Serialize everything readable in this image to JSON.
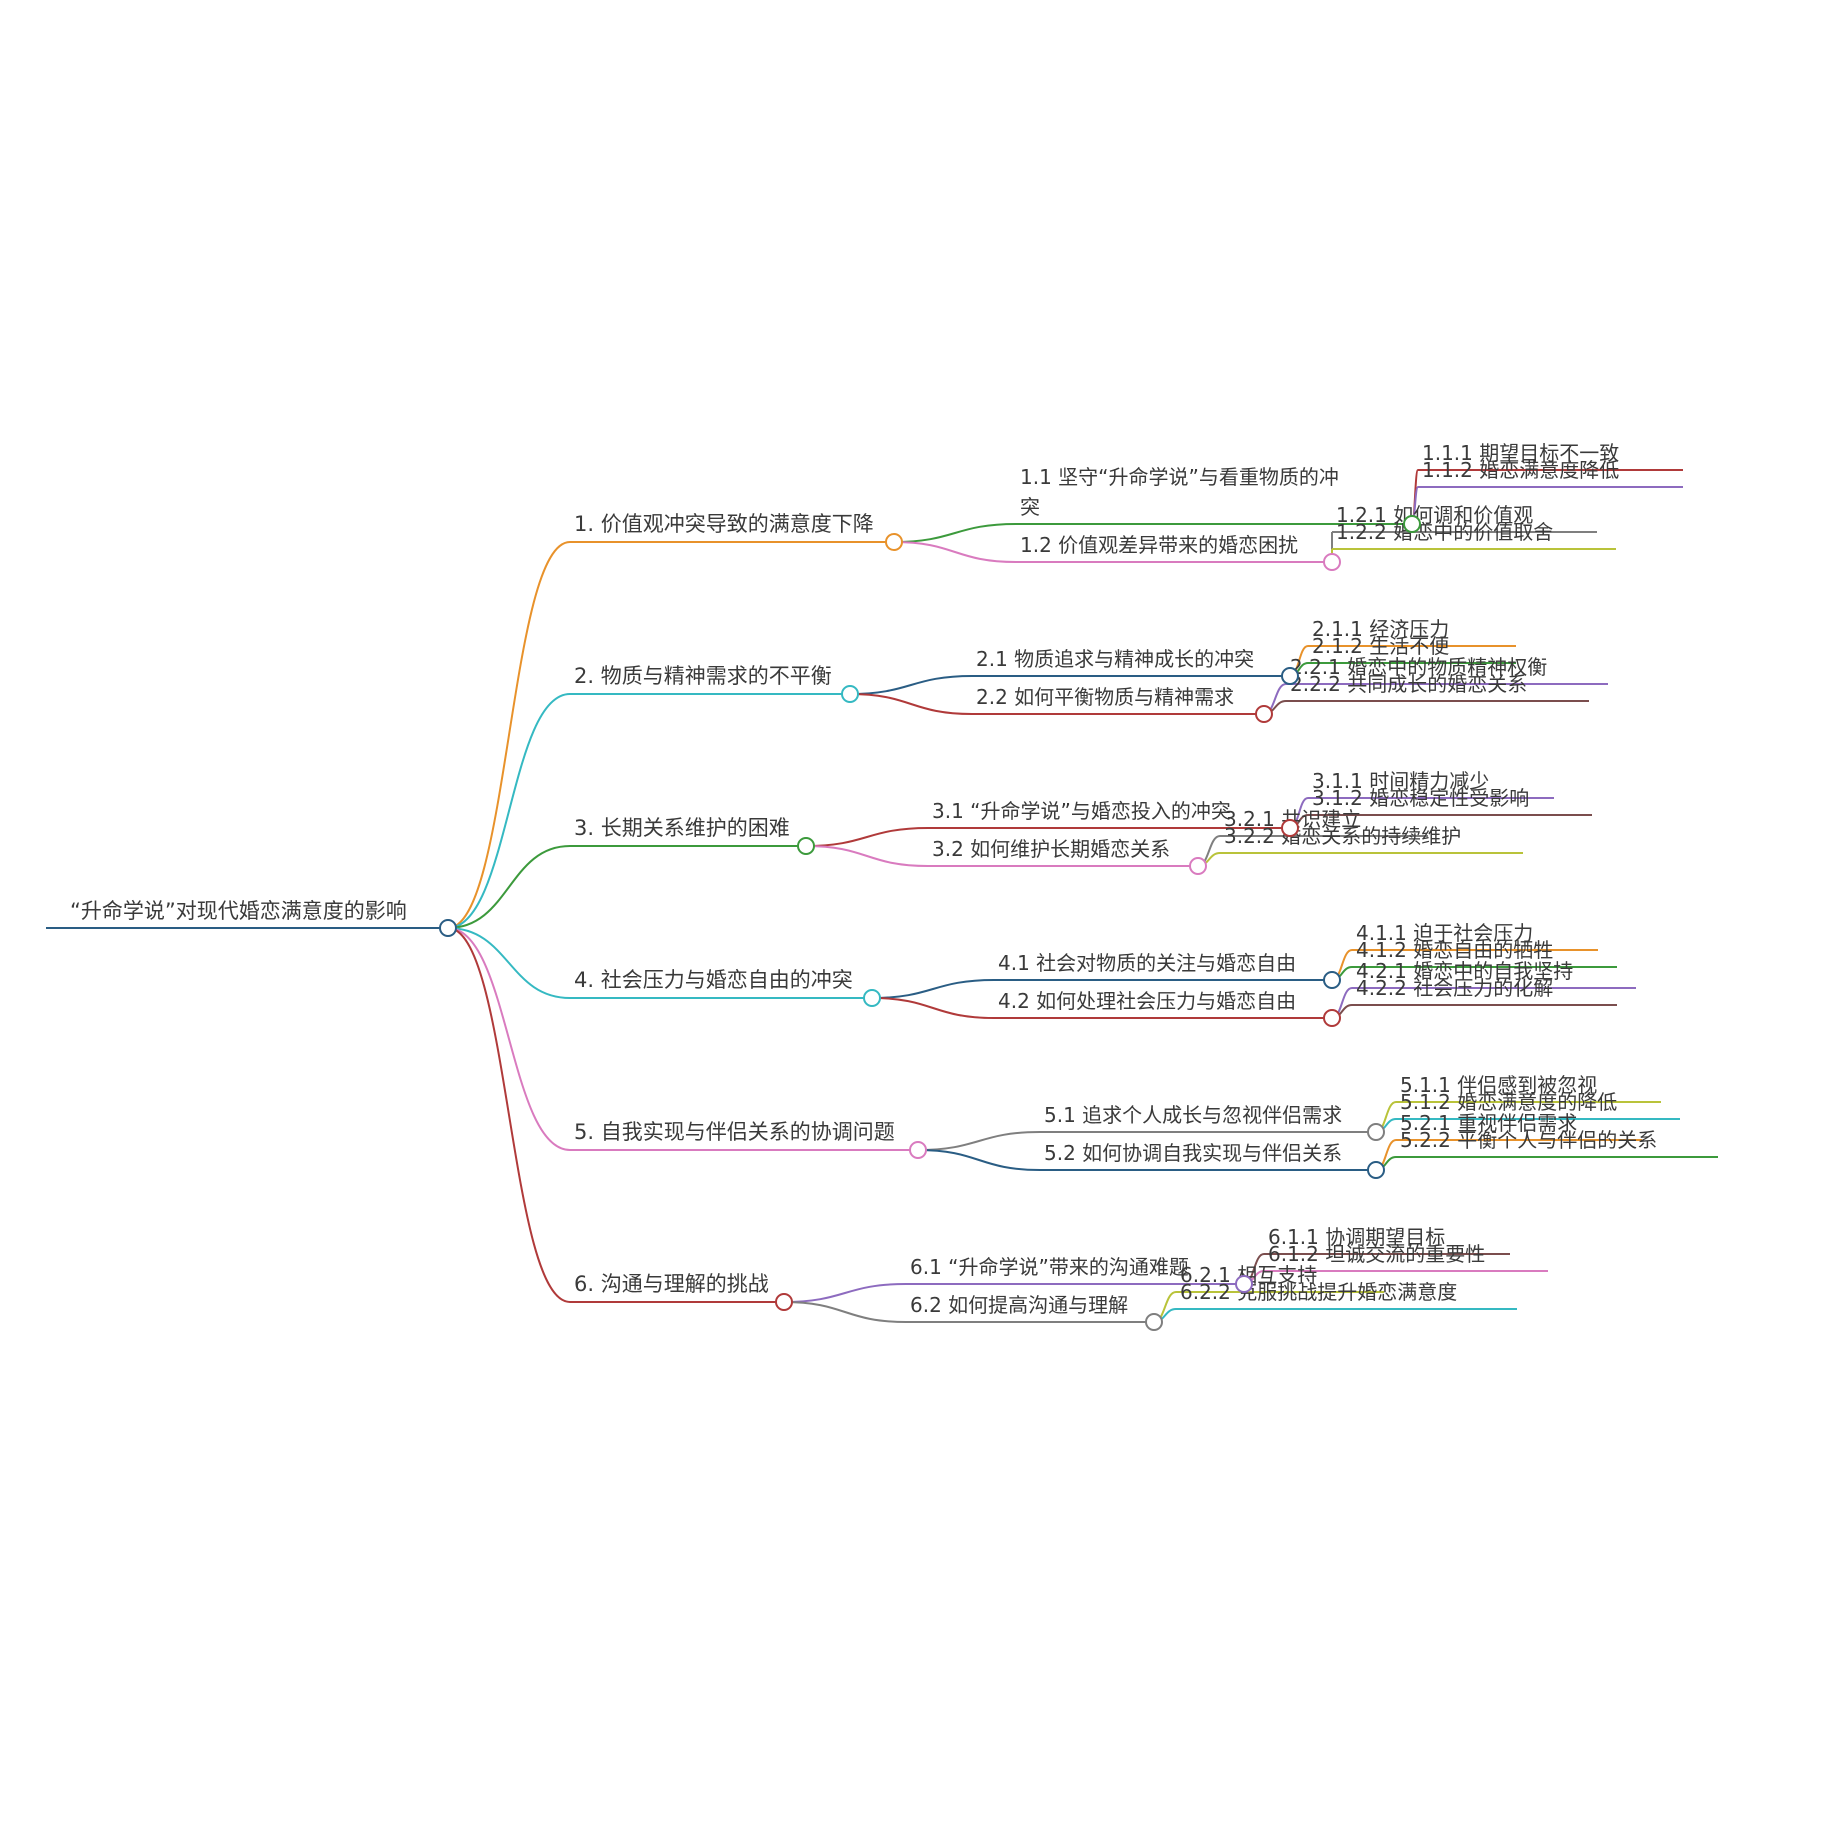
{
  "root": {
    "label": "“升命学说”对现代婚恋满意度的影响",
    "color": "#2a5d84"
  },
  "branches": [
    {
      "label": "1. 价值观冲突导致的满意度下降",
      "color": "#e8922b",
      "children": [
        {
          "lines": [
            "1.1 坚守“升命学说”与看重物质的冲",
            "突"
          ],
          "color": "#3c9a3c",
          "children": [
            {
              "label": "1.1.1 期望目标不一致",
              "color": "#b03a3a"
            },
            {
              "label": "1.1.2 婚恋满意度降低",
              "color": "#8d6bbf"
            }
          ]
        },
        {
          "lines": [
            "1.2 价值观差异带来的婚恋困扰"
          ],
          "color": "#d97bbf",
          "children": [
            {
              "label": "1.2.1 如何调和价值观",
              "color": "#7f7f7f"
            },
            {
              "label": "1.2.2 婚恋中的价值取舍",
              "color": "#b9c33a"
            }
          ]
        }
      ]
    },
    {
      "label": "2. 物质与精神需求的不平衡",
      "color": "#35b9c2",
      "children": [
        {
          "lines": [
            "2.1 物质追求与精神成长的冲突"
          ],
          "color": "#2a5d84",
          "children": [
            {
              "label": "2.1.1 经济压力",
              "color": "#e8922b"
            },
            {
              "label": "2.1.2 生活不便",
              "color": "#3c9a3c"
            }
          ]
        },
        {
          "lines": [
            "2.2 如何平衡物质与精神需求"
          ],
          "color": "#b03a3a",
          "children": [
            {
              "label": "2.2.1 婚恋中的物质精神权衡",
              "color": "#8d6bbf"
            },
            {
              "label": "2.2.2 共同成长的婚恋关系",
              "color": "#7b4e4e"
            }
          ]
        }
      ]
    },
    {
      "label": "3. 长期关系维护的困难",
      "color": "#3c9a3c",
      "children": [
        {
          "lines": [
            "3.1 “升命学说”与婚恋投入的冲突"
          ],
          "color": "#b03a3a",
          "children": [
            {
              "label": "3.1.1 时间精力减少",
              "color": "#8d6bbf"
            },
            {
              "label": "3.1.2 婚恋稳定性受影响",
              "color": "#7b4e4e"
            }
          ]
        },
        {
          "lines": [
            "3.2 如何维护长期婚恋关系"
          ],
          "color": "#d97bbf",
          "children": [
            {
              "label": "3.2.1 共识建立",
              "color": "#7f7f7f"
            },
            {
              "label": "3.2.2 婚恋关系的持续维护",
              "color": "#b9c33a"
            }
          ]
        }
      ]
    },
    {
      "label": "4. 社会压力与婚恋自由的冲突",
      "color": "#35b9c2",
      "children": [
        {
          "lines": [
            "4.1 社会对物质的关注与婚恋自由"
          ],
          "color": "#2a5d84",
          "children": [
            {
              "label": "4.1.1 迫于社会压力",
              "color": "#e8922b"
            },
            {
              "label": "4.1.2 婚恋自由的牺牲",
              "color": "#3c9a3c"
            }
          ]
        },
        {
          "lines": [
            "4.2 如何处理社会压力与婚恋自由"
          ],
          "color": "#b03a3a",
          "children": [
            {
              "label": "4.2.1 婚恋中的自我坚持",
              "color": "#8d6bbf"
            },
            {
              "label": "4.2.2 社会压力的化解",
              "color": "#7b4e4e"
            }
          ]
        }
      ]
    },
    {
      "label": "5. 自我实现与伴侣关系的协调问题",
      "color": "#d97bbf",
      "children": [
        {
          "lines": [
            "5.1 追求个人成长与忽视伴侣需求"
          ],
          "color": "#7f7f7f",
          "children": [
            {
              "label": "5.1.1 伴侣感到被忽视",
              "color": "#b9c33a"
            },
            {
              "label": "5.1.2 婚恋满意度的降低",
              "color": "#35b9c2"
            }
          ]
        },
        {
          "lines": [
            "5.2 如何协调自我实现与伴侣关系"
          ],
          "color": "#2a5d84",
          "children": [
            {
              "label": "5.2.1 重视伴侣需求",
              "color": "#e8922b"
            },
            {
              "label": "5.2.2 平衡个人与伴侣的关系",
              "color": "#3c9a3c"
            }
          ]
        }
      ]
    },
    {
      "label": "6. 沟通与理解的挑战",
      "color": "#b03a3a",
      "children": [
        {
          "lines": [
            "6.1 “升命学说”带来的沟通难题"
          ],
          "color": "#8d6bbf",
          "children": [
            {
              "label": "6.1.1 协调期望目标",
              "color": "#7b4e4e"
            },
            {
              "label": "6.1.2 坦诚交流的重要性",
              "color": "#d97bbf"
            }
          ]
        },
        {
          "lines": [
            "6.2 如何提高沟通与理解"
          ],
          "color": "#7f7f7f",
          "children": [
            {
              "label": "6.2.1 相互支持",
              "color": "#b9c33a"
            },
            {
              "label": "6.2.2 克服挑战提升婚恋满意度",
              "color": "#35b9c2"
            }
          ]
        }
      ]
    }
  ]
}
